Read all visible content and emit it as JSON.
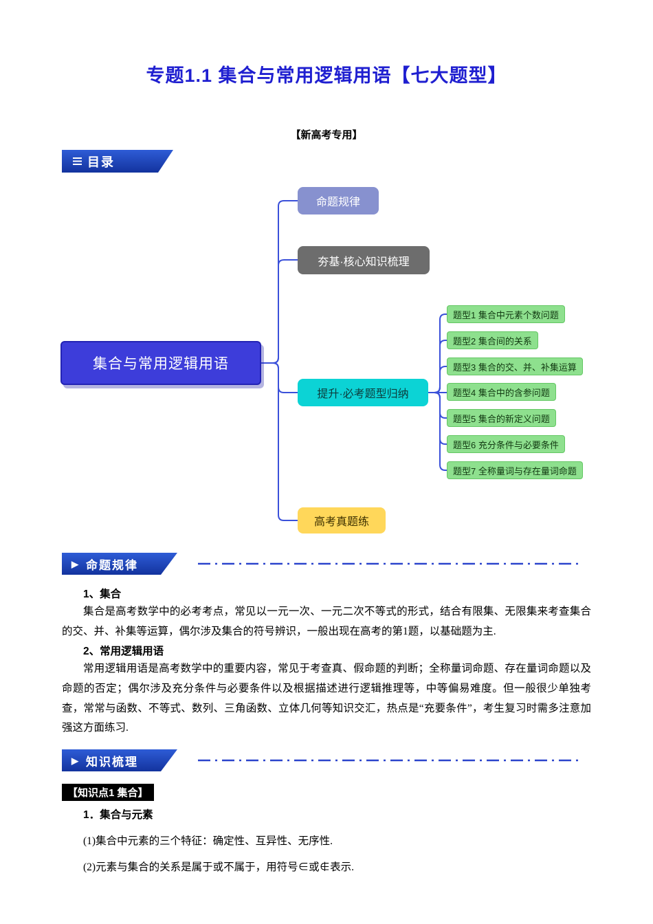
{
  "page": {
    "title": "专题1.1 集合与常用逻辑用语【七大题型】",
    "subtitle": "【新高考专用】"
  },
  "colors": {
    "title_blue": "#1f1fd0",
    "banner_blue": "#1c3fae",
    "root_node_blue": "#3d3dda",
    "branch_purple": "#8791cf",
    "branch_gray": "#6d6d6d",
    "branch_cyan": "#0cd3d5",
    "branch_yellow": "#ffd75a",
    "question_green": "#8ee08e",
    "connector_blue": "#3a50d9"
  },
  "toc": {
    "label": "目录"
  },
  "mindmap": {
    "root": {
      "label": "集合与常用逻辑用语"
    },
    "branches": [
      {
        "label": "命题规律"
      },
      {
        "label": "夯基·核心知识梳理"
      },
      {
        "label": "提升·必考题型归纳"
      },
      {
        "label": "高考真题练"
      }
    ],
    "question_types": [
      "题型1 集合中元素个数问题",
      "题型2 集合间的关系",
      "题型3 集合的交、并、补集运算",
      "题型4 集合中的含参问题",
      "题型5 集合的新定义问题",
      "题型6 充分条件与必要条件",
      "题型7 全称量词与存在量词命题"
    ]
  },
  "sections": {
    "rules_title": "命题规律",
    "knowledge_title": "知识梳理"
  },
  "content": {
    "item1_heading": "1、集合",
    "item1_text": "集合是高考数学中的必考考点，常见以一元一次、一元二次不等式的形式，结合有限集、无限集来考查集合的交、并、补集等运算，偶尔涉及集合的符号辨识，一般出现在高考的第1题，以基础题为主.",
    "item2_heading": "2、常用逻辑用语",
    "item2_text": "常用逻辑用语是高考数学中的重要内容，常见于考查真、假命题的判断；全称量词命题、存在量词命题以及命题的否定；偶尔涉及充分条件与必要条件以及根据描述进行逻辑推理等，中等偏易难度。但一般很少单独考查，常常与函数、不等式、数列、三角函数、立体几何等知识交汇，热点是“充要条件”，考生复习时需多注意加强这方面练习."
  },
  "knowledge": {
    "point1_label": "【知识点1 集合】",
    "sub1_heading": "1．集合与元素",
    "line1": "(1)集合中元素的三个特征：确定性、互异性、无序性.",
    "line2": "(2)元素与集合的关系是属于或不属于，用符号∈或∉表示."
  }
}
